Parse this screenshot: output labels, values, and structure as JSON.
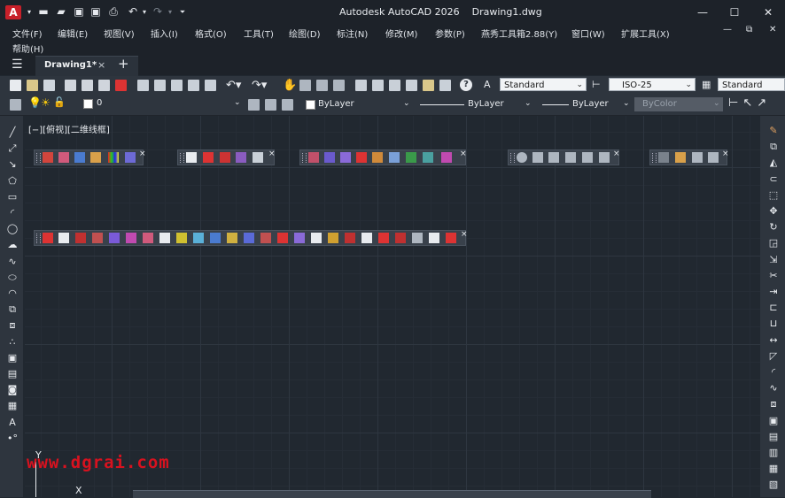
{
  "title_bar": {
    "app_title": "Autodesk AutoCAD 2026",
    "document": "Drawing1.dwg",
    "logo": "A",
    "quick_access": [
      "new-icon",
      "open-icon",
      "save-icon",
      "saveas-icon",
      "plot-icon",
      "undo-icon",
      "redo-icon",
      "customize-icon"
    ],
    "window_controls": {
      "minimize": "—",
      "maximize": "☐",
      "close": "✕"
    }
  },
  "menu": {
    "row1": [
      "文件(F)",
      "编辑(E)",
      "视图(V)",
      "插入(I)",
      "格式(O)",
      "工具(T)",
      "绘图(D)",
      "标注(N)",
      "修改(M)",
      "参数(P)",
      "燕秀工具箱2.88(Y)",
      "窗口(W)",
      "扩展工具(X)"
    ],
    "row2": [
      "帮助(H)"
    ],
    "doc_controls": {
      "minimize": "—",
      "restore": "⧉",
      "close": "✕"
    }
  },
  "tabs": {
    "menu_icon": "☰",
    "active_tab": "Drawing1*",
    "close": "×",
    "new_tab": "+"
  },
  "standard_toolbar": {
    "text_style": "Standard",
    "dim_style": "ISO-25",
    "table_style": "Standard"
  },
  "layers_toolbar": {
    "current_layer": "0",
    "color": "ByLayer",
    "linetype": "ByLayer",
    "lineweight": "ByLayer",
    "plot_style": "ByColor"
  },
  "viewport": {
    "label": "[−][俯视][二维线框]",
    "ucs_y": "Y",
    "ucs_x": "X"
  },
  "watermark": "www.dgrai.com",
  "colors": {
    "canvas": "#212830",
    "toolbar": "#2e353e",
    "titlebar": "#1d2229",
    "logo": "#c8202a",
    "watermark": "#d7121f"
  }
}
